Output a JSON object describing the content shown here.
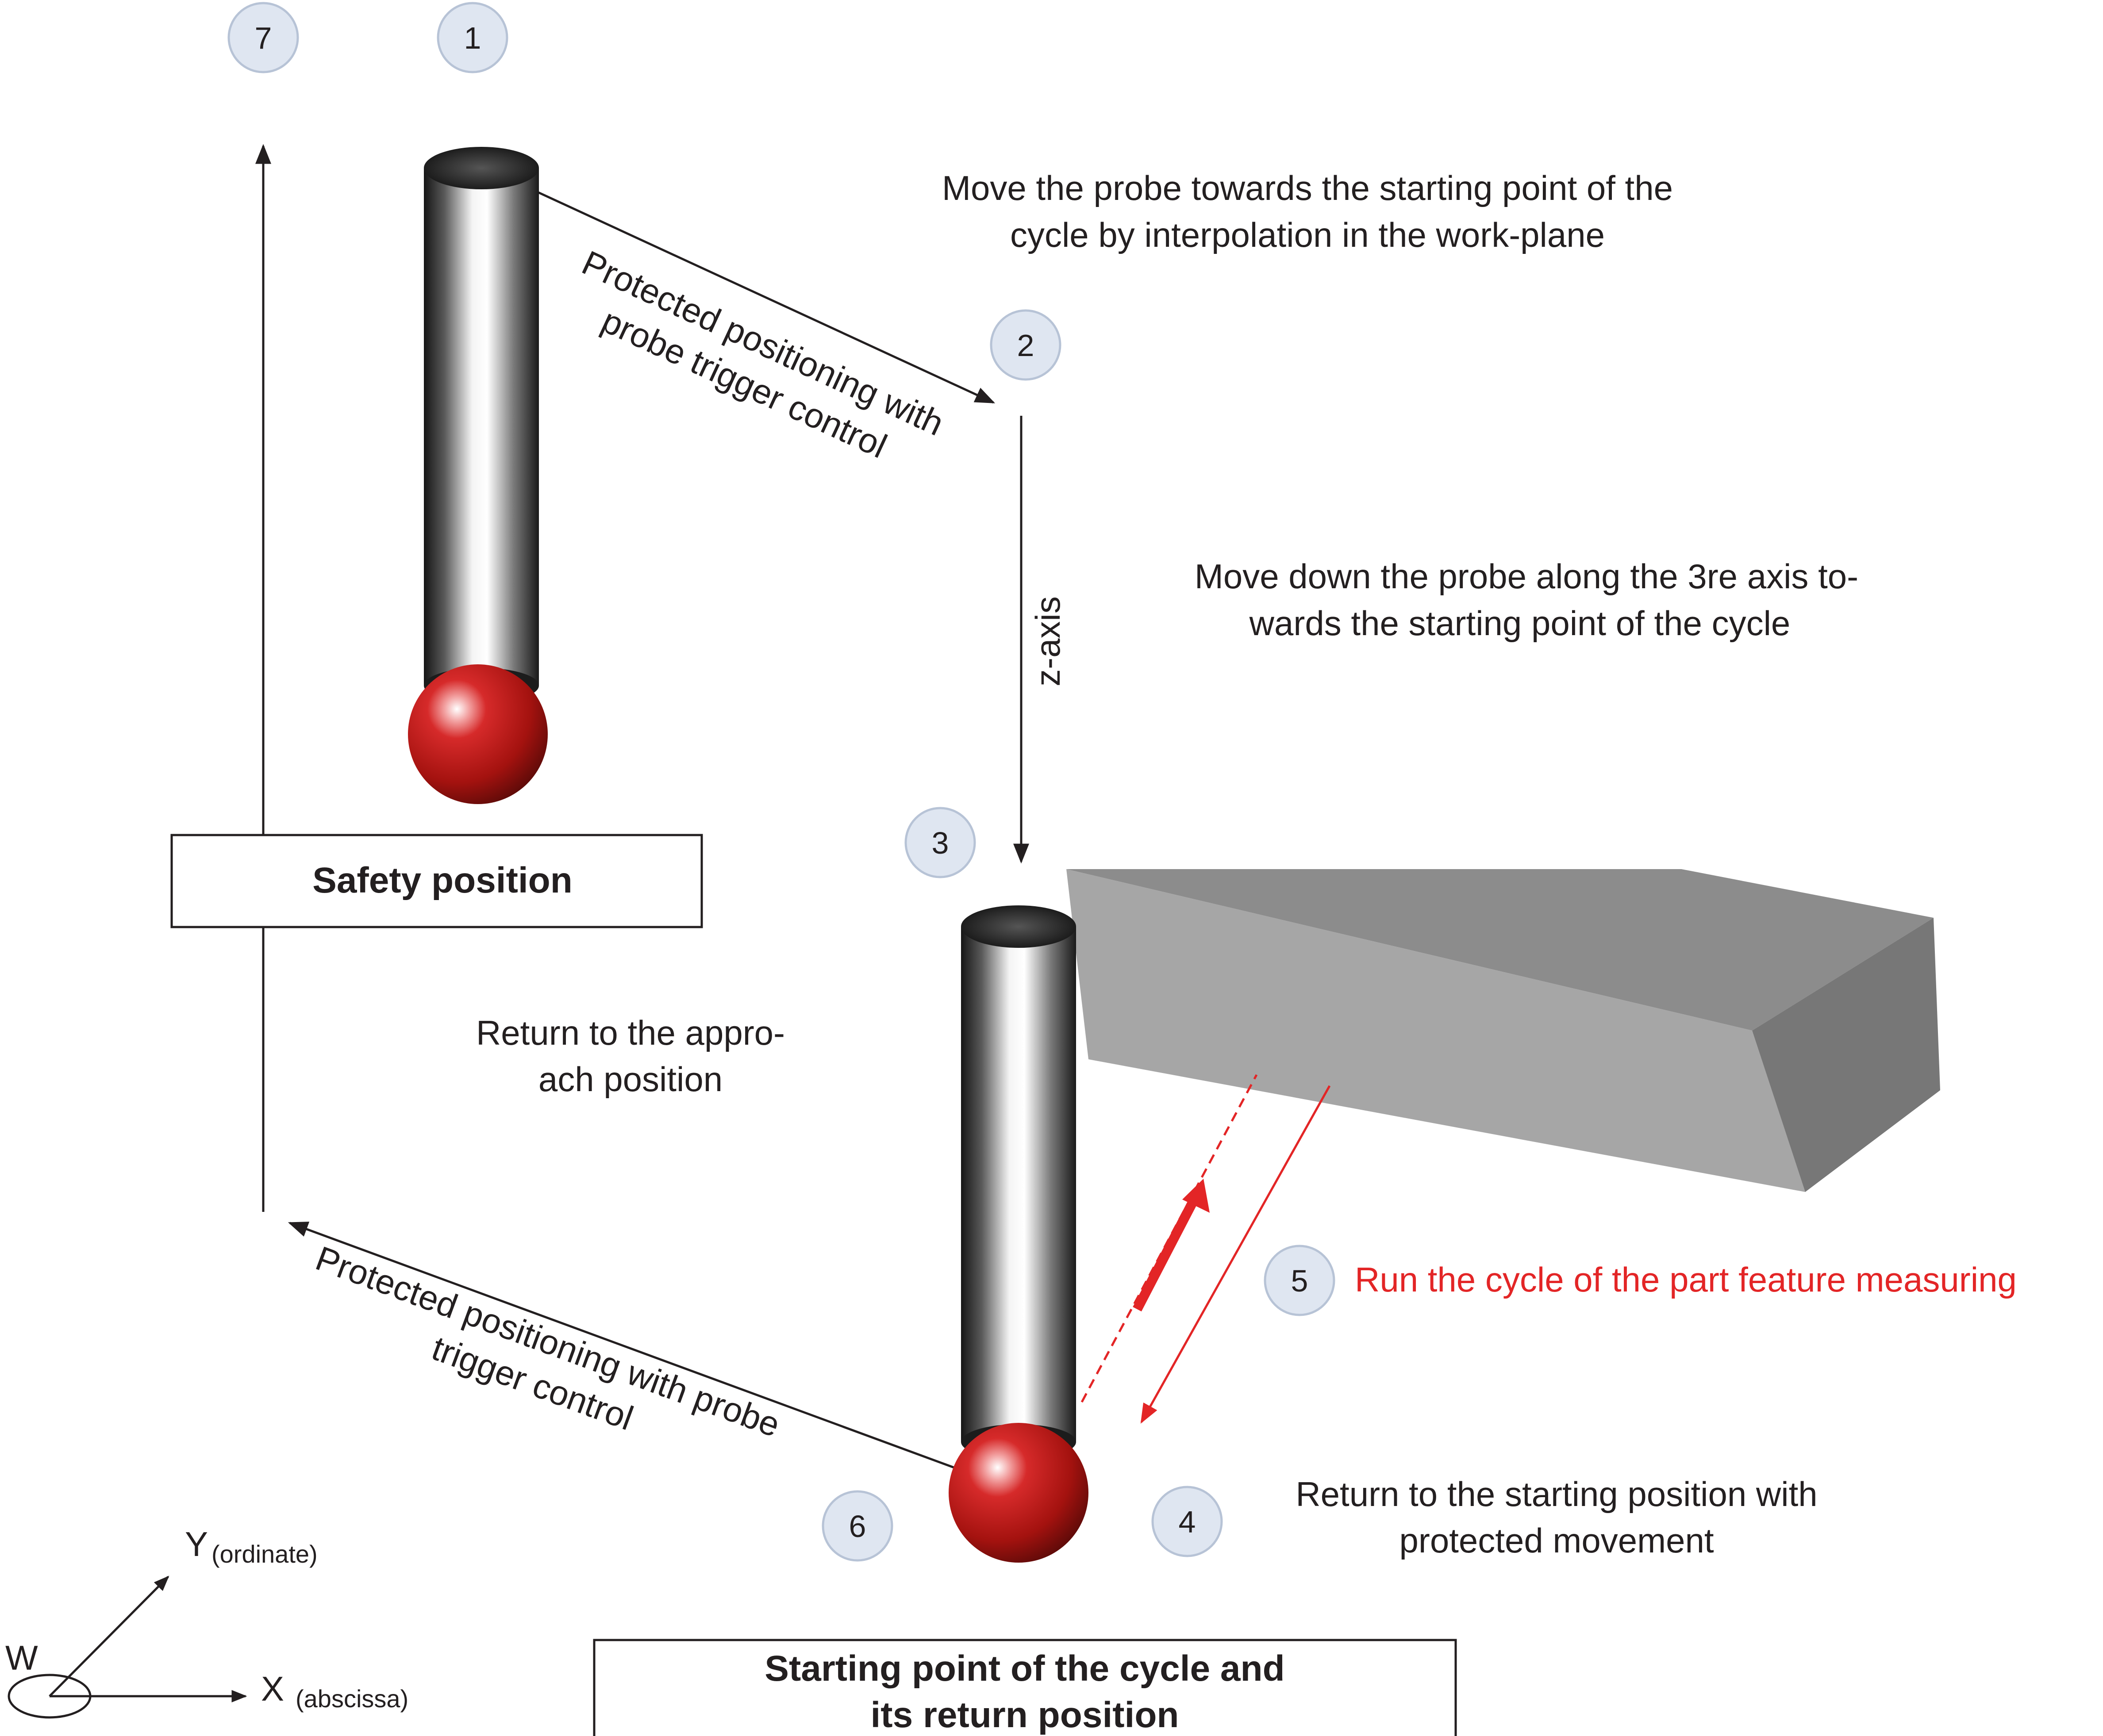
{
  "steps": [
    {
      "id": "7"
    },
    {
      "id": "1"
    },
    {
      "id": "2"
    },
    {
      "id": "3"
    },
    {
      "id": "4"
    },
    {
      "id": "5"
    },
    {
      "id": "6"
    }
  ],
  "labels": {
    "step2_line1": "Move the probe towards the starting point of the",
    "step2_line2": "cycle by interpolation in the work-plane",
    "step3_line1": "Move down the probe along the 3re axis to-",
    "step3_line2": "wards the starting point of the cycle",
    "diag_top_line1": "Protected positioning with",
    "diag_top_line2": "probe trigger control",
    "z_axis": "z-axis",
    "safety_position": "Safety position",
    "return_approach_line1": "Return to the appro-",
    "return_approach_line2": "ach position",
    "run_cycle": "Run the cycle of the part feature measuring",
    "diag_bottom_line1": "Protected positioning with probe",
    "diag_bottom_line2": "trigger control",
    "return_start_line1": "Return to the starting position with",
    "return_start_line2": "protected movement",
    "start_box_line1": "Starting point of the cycle and",
    "start_box_line2": "its return position"
  },
  "axes": {
    "origin": "W",
    "y_main": "Y",
    "y_sub": "(ordinate)",
    "x_main": "X",
    "x_sub": "(abscissa)"
  },
  "colors": {
    "text": "#231f20",
    "accent_red": "#e32526",
    "step_fill": "#dfe6f1",
    "part_gray": "#a6a6a6"
  },
  "icons": {
    "probe": "probe-stylus-icon"
  }
}
